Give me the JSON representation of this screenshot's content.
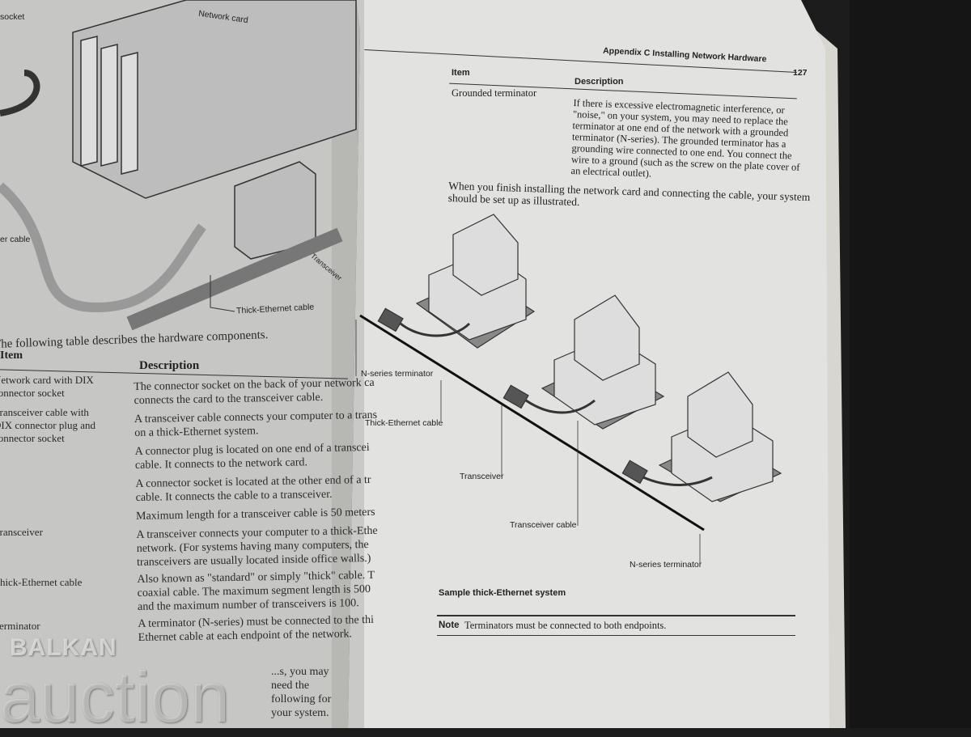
{
  "right_page": {
    "running_head": "Appendix C  Installing Network Hardware",
    "page_number": "127",
    "table": {
      "headers": [
        "Item",
        "Description"
      ],
      "rows": [
        {
          "item": "Grounded terminator",
          "description": [
            "If there is excessive electromagnetic interference, or",
            "\"noise,\" on your system, you may need to replace the",
            "terminator at one end of the network with a grounded",
            "terminator (N-series). The grounded terminator has a",
            "grounding wire connected to one end. You connect the",
            "wire to a ground (such as the screw on the plate cover of",
            "an electrical outlet)."
          ]
        }
      ]
    },
    "paragraph": [
      "When you finish installing the network card and connecting the cable, your system",
      "should be set up as illustrated."
    ],
    "figure_labels": {
      "terminator_left": "N-series terminator",
      "cable": "Thick-Ethernet cable",
      "transceiver": "Transceiver",
      "transceiver_cable": "Transceiver cable",
      "terminator_right": "N-series terminator"
    },
    "caption": "Sample thick-Ethernet system",
    "note_label": "Note",
    "note_text": "Terminators must be connected to both endpoints."
  },
  "left_page": {
    "figure_labels": {
      "socket": "socket",
      "network_card": "Network card",
      "cable": "er cable",
      "transceiver": "Transceiver",
      "thick_cable": "Thick-Ethernet cable"
    },
    "intro": "The following table describes the hardware components.",
    "table": {
      "headers": [
        "Item",
        "Description"
      ],
      "rows": [
        {
          "item": [
            "Network card with DIX",
            "connector socket"
          ],
          "description": [
            "The connector socket on the back of your network ca",
            "connects the card to the transceiver cable."
          ]
        },
        {
          "item": [
            "Transceiver cable with",
            "DIX connector plug and",
            "connector socket"
          ],
          "description": [
            "A transceiver cable connects your computer to a trans",
            "on a thick-Ethernet system."
          ]
        },
        {
          "item": [],
          "description": [
            "A connector plug is located on one end of a transcei",
            "cable. It connects to the network card."
          ]
        },
        {
          "item": [],
          "description": [
            "A connector socket is located at the other end of a tr",
            "cable. It connects the cable to a transceiver."
          ]
        },
        {
          "item": [],
          "description": [
            "Maximum length for a transceiver cable is 50 meters"
          ]
        },
        {
          "item": [
            "Transceiver"
          ],
          "description": [
            "A transceiver connects your computer to a thick-Ethe",
            "network. (For systems having many computers, the",
            "transceivers are usually located inside office walls.)"
          ]
        },
        {
          "item": [
            "Thick-Ethernet cable"
          ],
          "description": [
            "Also known as \"standard\" or simply \"thick\" cable. T",
            "coaxial cable. The maximum segment length is 500",
            "and the maximum number of transceivers is 100."
          ]
        },
        {
          "item": [
            "Terminator"
          ],
          "description": [
            "A terminator (N-series) must be connected to the thi",
            "Ethernet cable at each endpoint of the network."
          ]
        }
      ]
    },
    "footer_text": "...s, you may need the following for your system."
  },
  "watermark": {
    "line1": "BALKAN",
    "line2": "auction"
  },
  "colors": {
    "left_page": "#c9c9c7",
    "right_page": "#e4e4e2",
    "background": "#1c1c1c"
  }
}
